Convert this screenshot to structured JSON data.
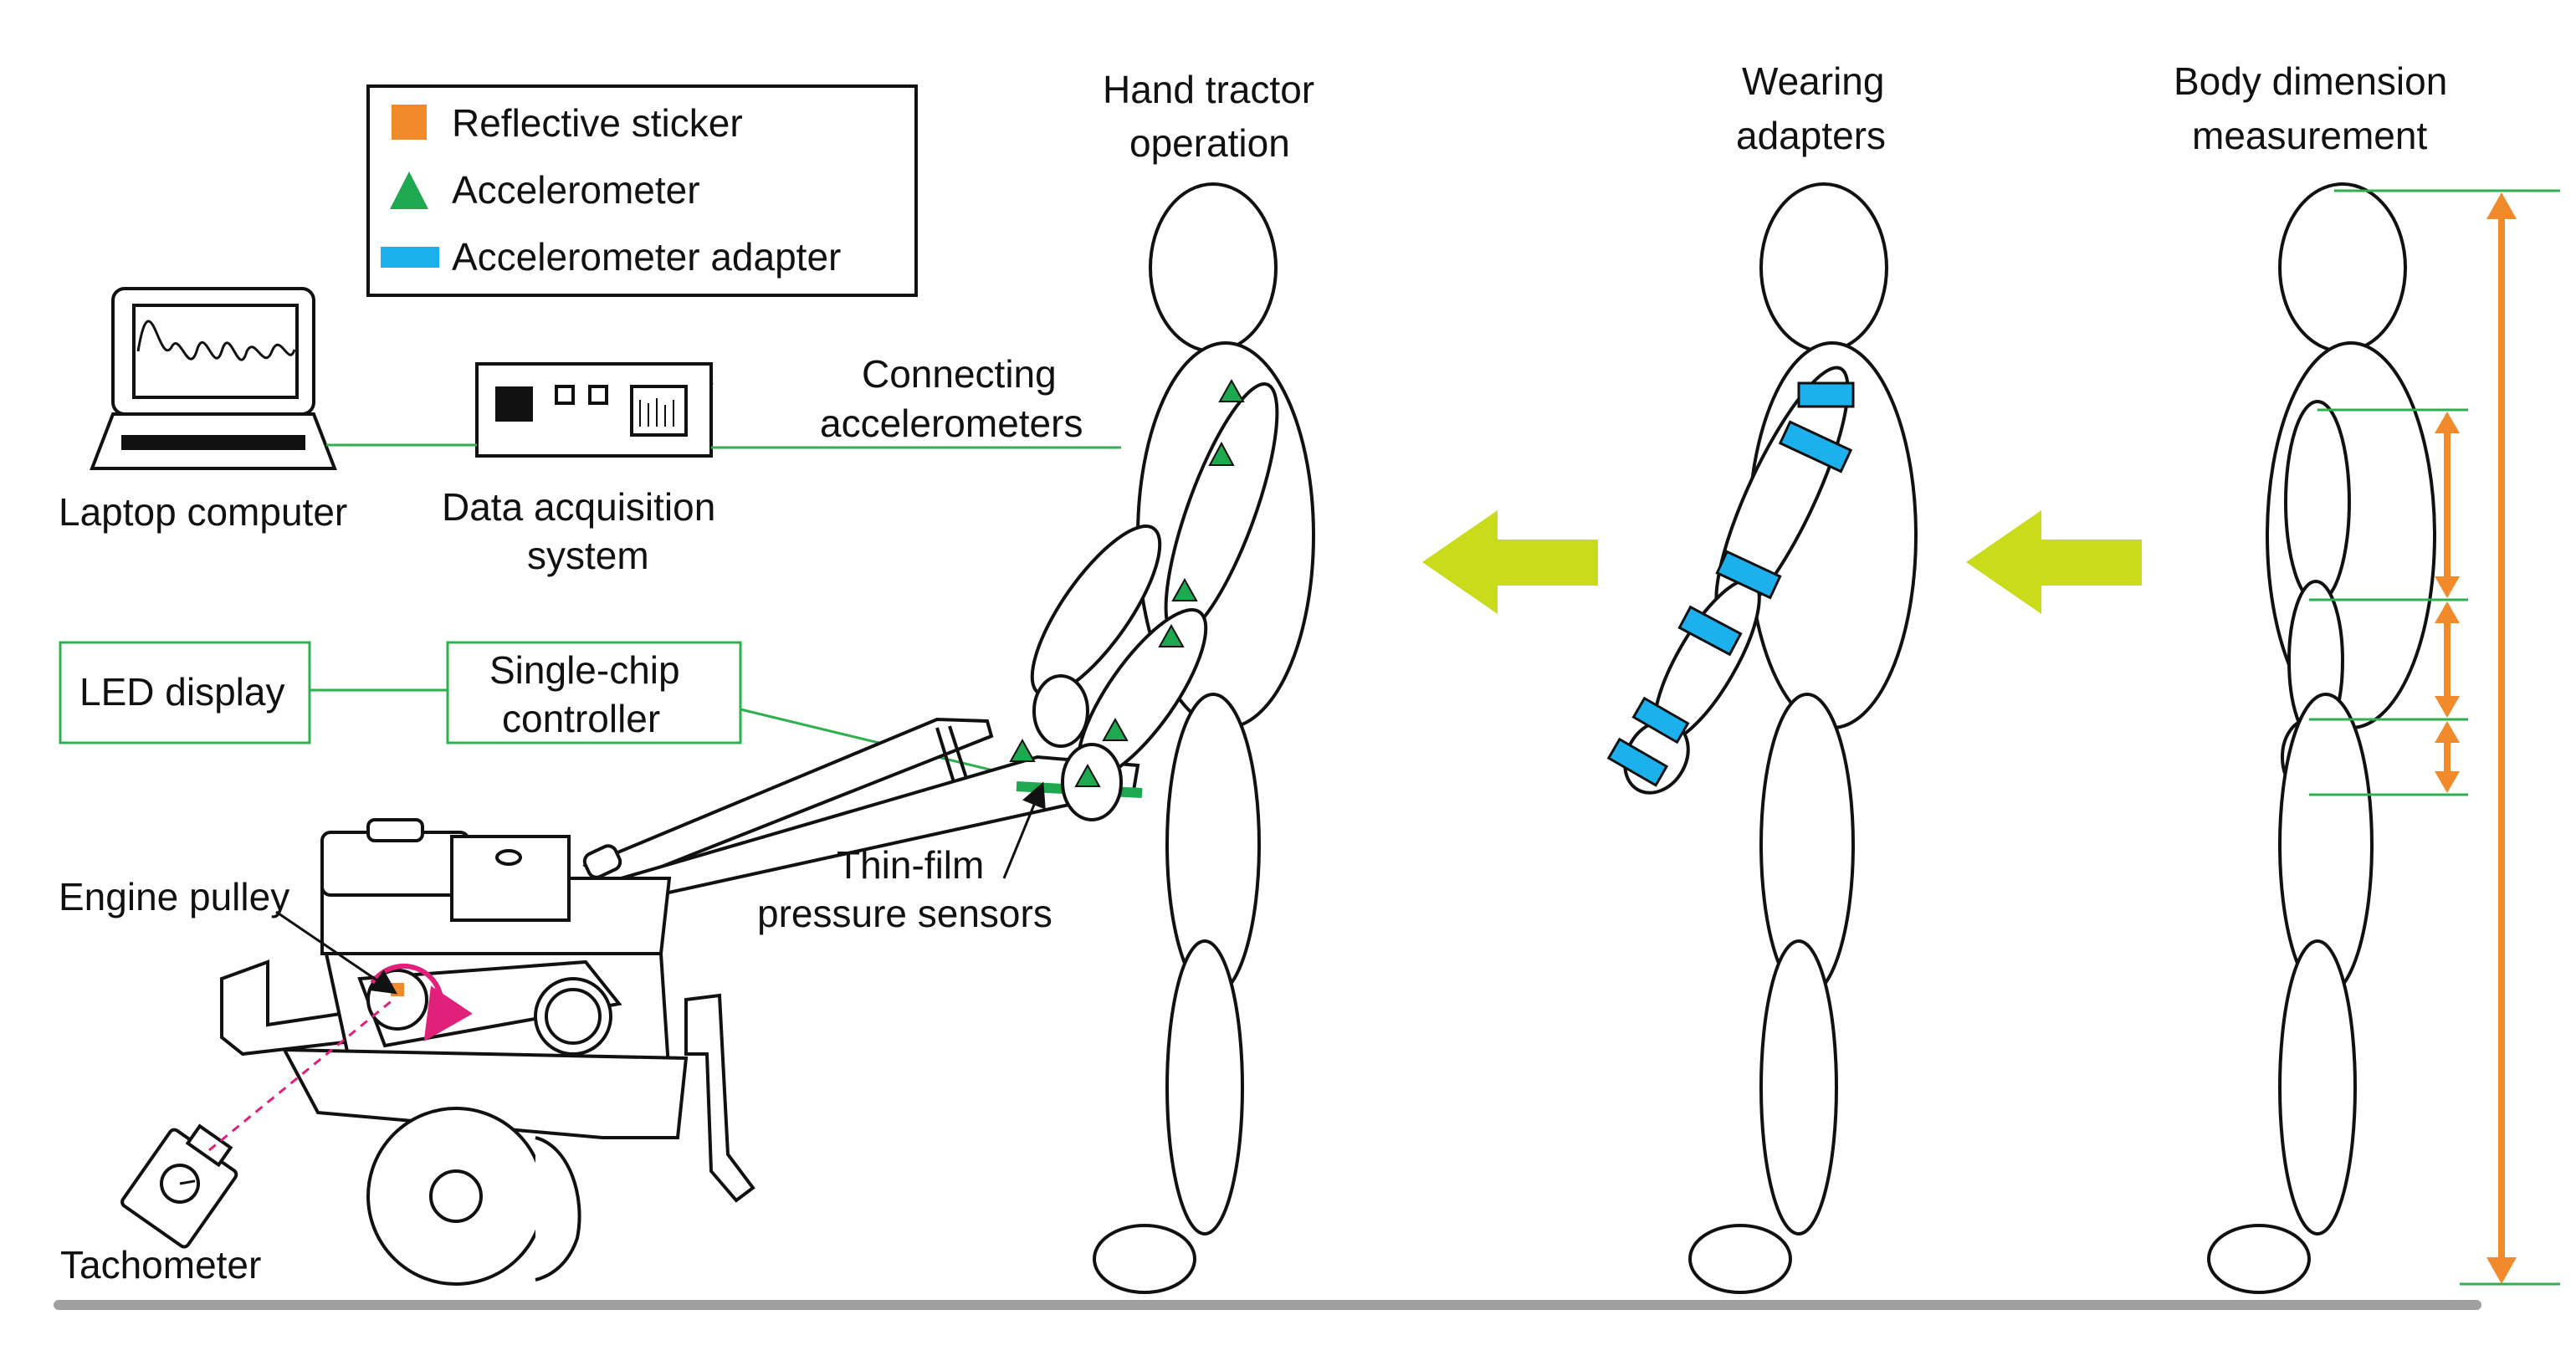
{
  "legend": {
    "items": [
      {
        "label": "Reflective sticker",
        "color": "#f08a2a",
        "symbol": "square"
      },
      {
        "label": "Accelerometer",
        "color": "#1ea84f",
        "symbol": "triangle"
      },
      {
        "label": "Accelerometer adapter",
        "color": "#1cb0ec",
        "symbol": "bar"
      }
    ]
  },
  "stages": {
    "operation": [
      "Hand tractor",
      "operation"
    ],
    "adapters": [
      "Wearing",
      "adapters"
    ],
    "measurement": [
      "Body dimension",
      "measurement"
    ]
  },
  "labels": {
    "laptop": "Laptop computer",
    "daq": [
      "Data acquisition",
      "system"
    ],
    "connecting": [
      "Connecting",
      "accelerometers"
    ],
    "led": "LED display",
    "controller": [
      "Single-chip",
      "controller"
    ],
    "thin_film": [
      "Thin-film",
      "pressure sensors"
    ],
    "engine_pulley": "Engine pulley",
    "tachometer": "Tachometer"
  },
  "colors": {
    "sticker": "#f08a2a",
    "accelerometer": "#1ea84f",
    "adapter": "#1cb0ec",
    "arrow": "#c8dc1c",
    "measure": "#f08a2a",
    "leader": "#2fb04f",
    "rotation": "#e0207a",
    "ground": "#a0a0a0"
  }
}
